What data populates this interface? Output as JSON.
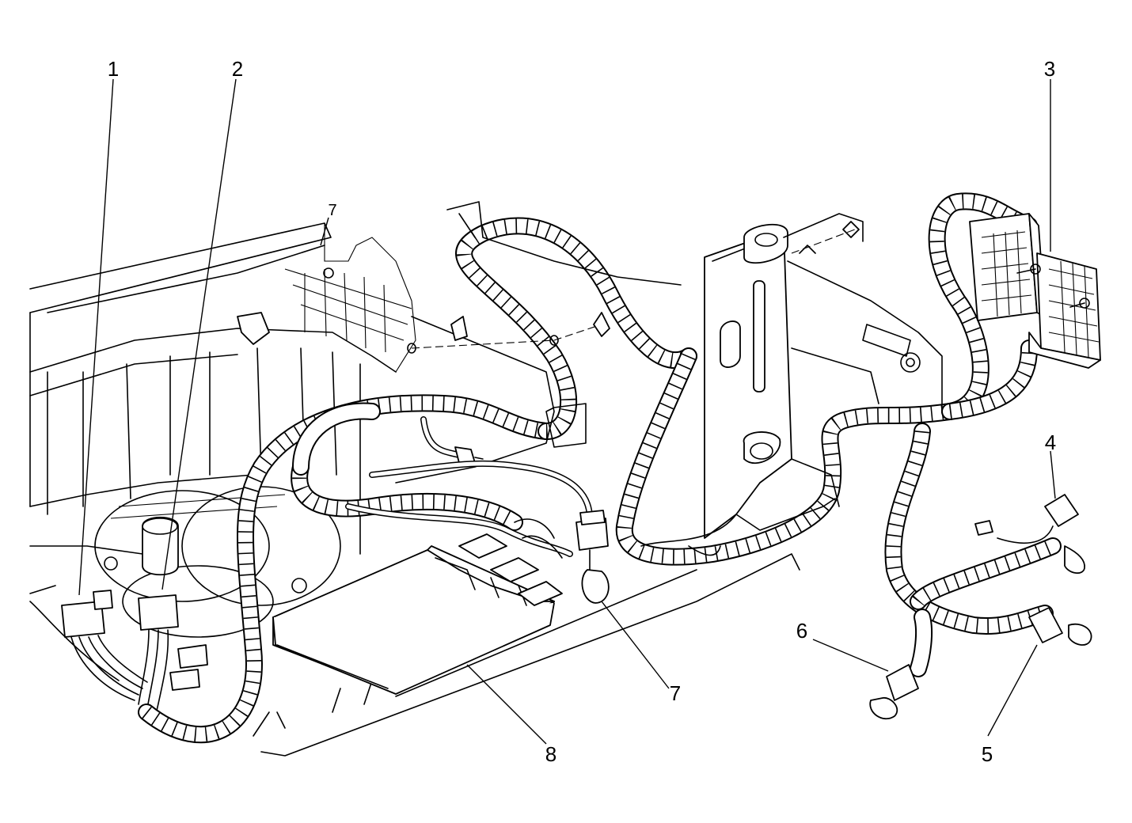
{
  "callouts": [
    {
      "id": "1",
      "label": "1"
    },
    {
      "id": "2",
      "label": "2"
    },
    {
      "id": "3",
      "label": "3"
    },
    {
      "id": "4",
      "label": "4"
    },
    {
      "id": "5",
      "label": "5"
    },
    {
      "id": "6",
      "label": "6"
    },
    {
      "id": "7",
      "label": "7"
    },
    {
      "id": "8",
      "label": "8"
    },
    {
      "id": "7-upper",
      "label": "7"
    }
  ]
}
